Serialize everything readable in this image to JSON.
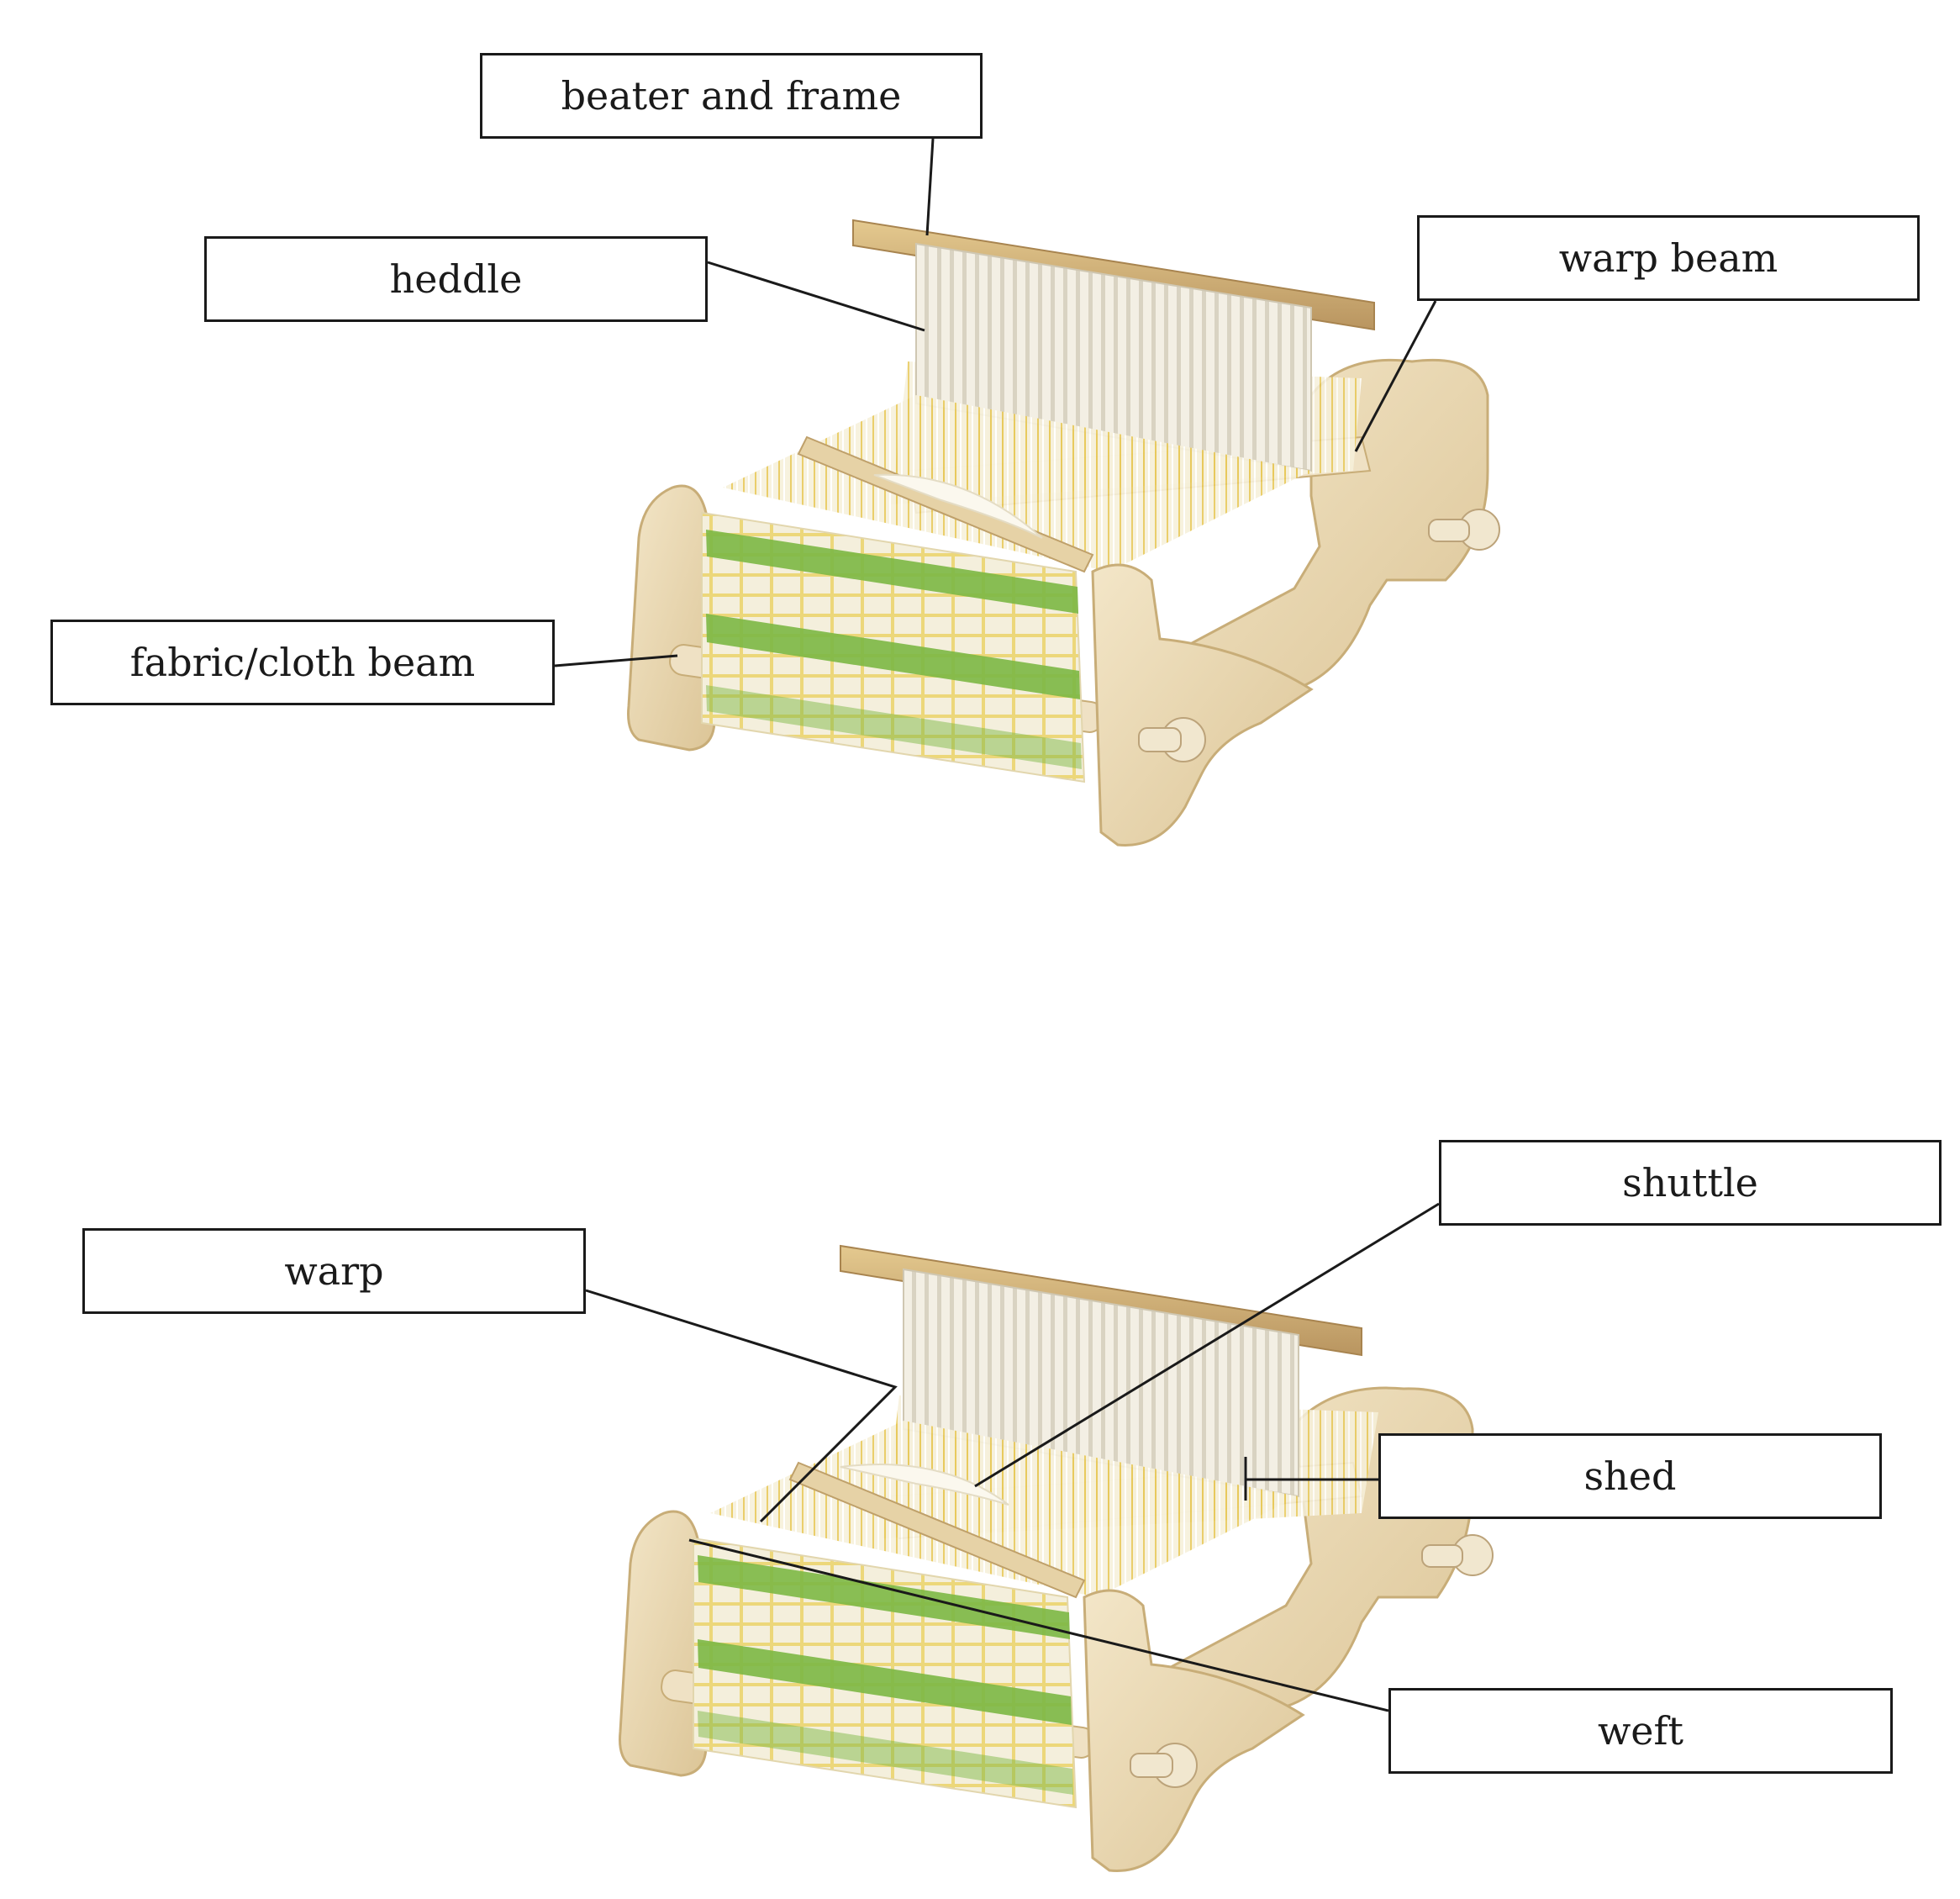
{
  "diagram_1": {
    "labels": {
      "beater_and_frame": "beater and frame",
      "heddle": "heddle",
      "warp_beam": "warp beam",
      "fabric_cloth_beam": "fabric/cloth beam"
    }
  },
  "diagram_2": {
    "labels": {
      "warp": "warp",
      "shuttle": "shuttle",
      "shed": "shed",
      "weft": "weft"
    }
  },
  "colors": {
    "wood": "#ecdcbc",
    "wood_dark": "#d6bf92",
    "heddle": "#f2efe6",
    "yarn_yellow": "#f0d66a",
    "yarn_green": "#7db845",
    "fabric_cream": "#f4efdc",
    "leader_line": "#1a1a1a"
  }
}
